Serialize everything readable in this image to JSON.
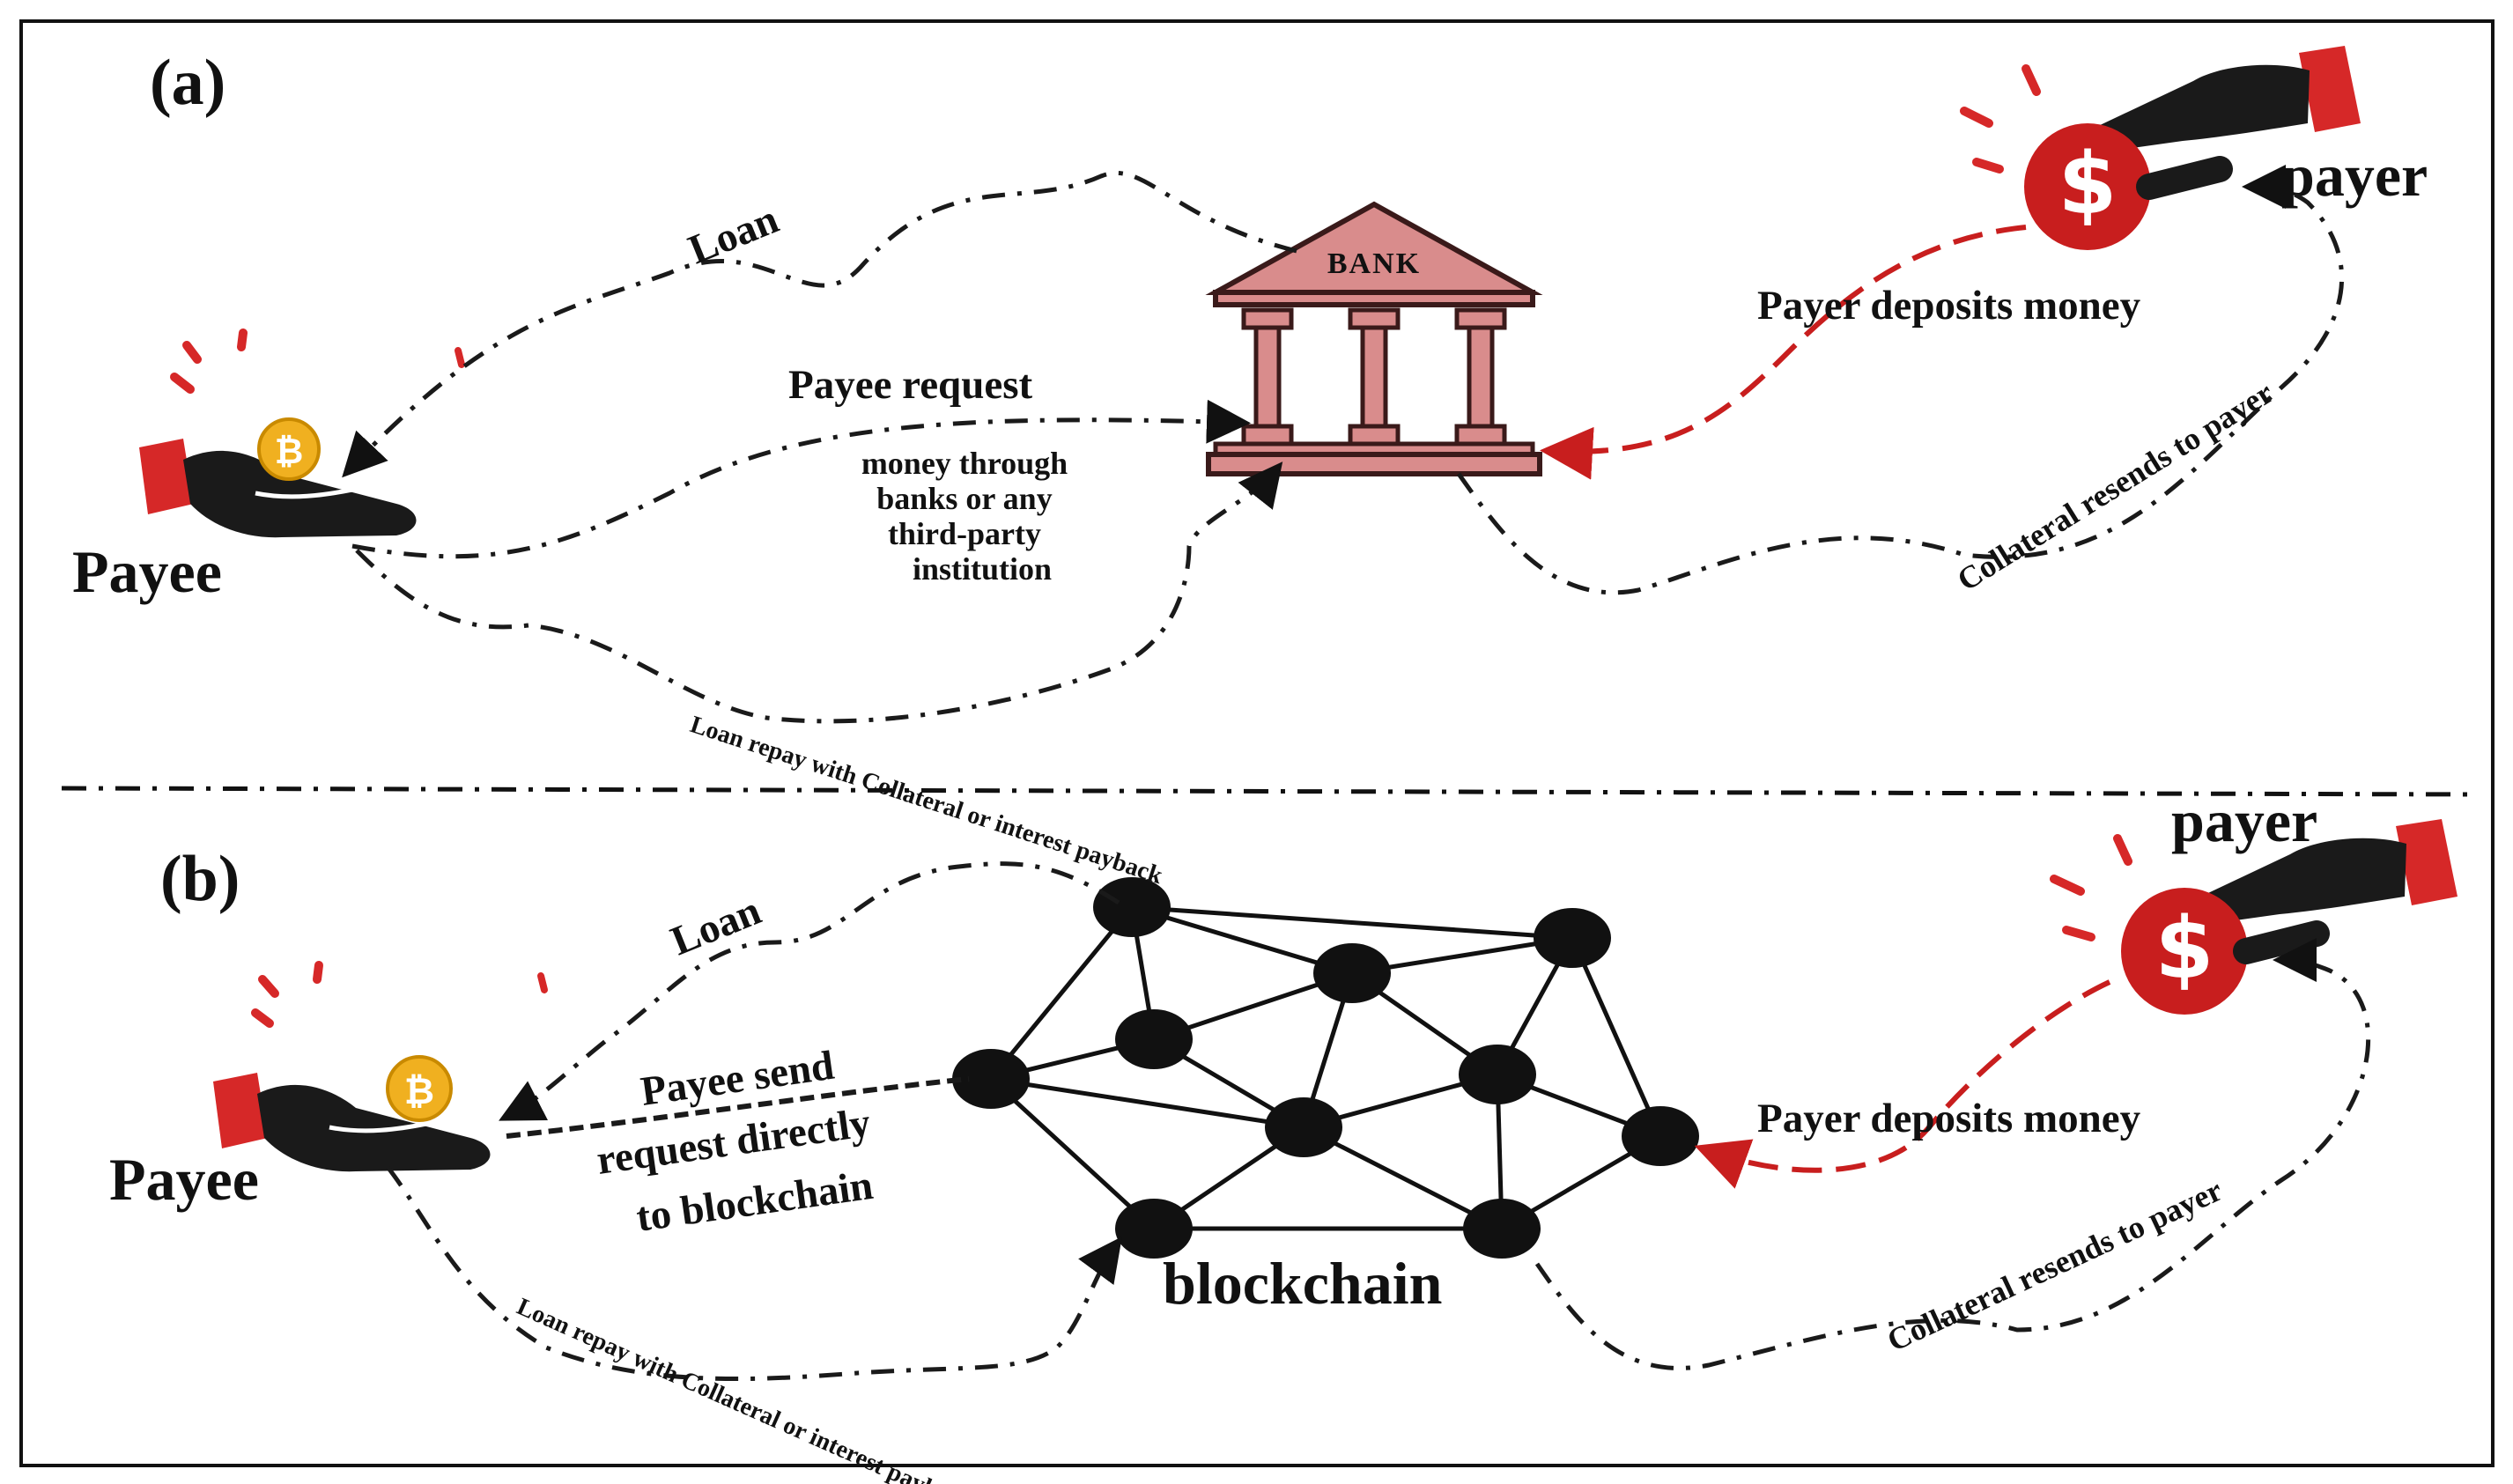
{
  "panels": {
    "a": {
      "label": "(a)",
      "payee": "Payee",
      "payer": "payer",
      "bank_sign": "BANK",
      "loan": "Loan",
      "payee_request": "Payee request",
      "via_line1": "money through",
      "via_line2": "banks or any",
      "via_line3": "third-party",
      "via_line4": "institution",
      "repay": "Loan repay with Collateral or interest payback",
      "deposit": "Payer deposits money",
      "collateral": "Collateral resends to payer"
    },
    "b": {
      "label": "(b)",
      "payee": "Payee",
      "payer": "payer",
      "loan": "Loan",
      "send_line1": "Payee send",
      "send_line2": "request directly",
      "send_line3": "to blockchain",
      "blockchain": "blockchain",
      "repay": "Loan repay with Collateral or interest payback",
      "deposit": "Payer deposits money",
      "collateral": "Collateral resends to payer"
    }
  },
  "icons": {
    "payee_hand": "hand-with-bitcoin-icon",
    "payer_hand": "hand-with-dollar-coin-icon",
    "bank": "bank-building-icon",
    "bitcoin_symbol": "₿",
    "dollar_symbol": "$"
  },
  "colors": {
    "accent_red": "#c81e1e",
    "bank_fill": "#d98c8c",
    "coin_gold": "#f0b020",
    "ink": "#111111"
  }
}
